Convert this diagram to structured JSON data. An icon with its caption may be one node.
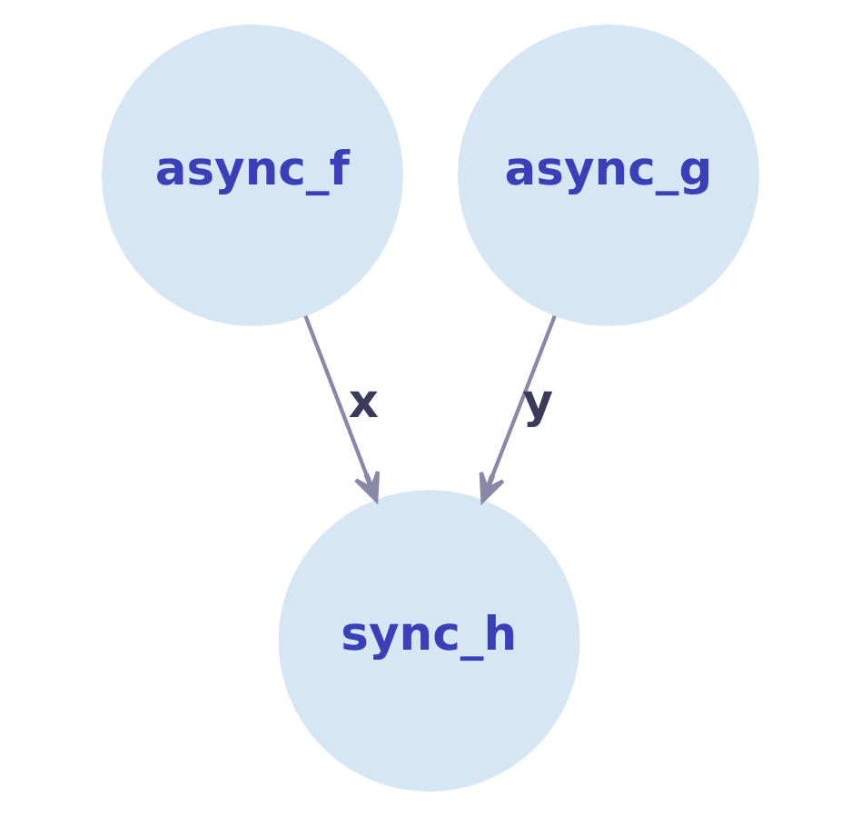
{
  "diagram": {
    "nodes": [
      {
        "text": [
          "async_f"
        ]
      },
      {
        "text": [
          "async_g"
        ]
      },
      {
        "text": [
          "sync_h"
        ]
      }
    ],
    "edges": [
      {
        "from": 0,
        "to": 2,
        "arrow": "to",
        "label": "x"
      },
      {
        "from": 1,
        "to": 2,
        "arrow": "to",
        "label": "y"
      }
    ]
  }
}
